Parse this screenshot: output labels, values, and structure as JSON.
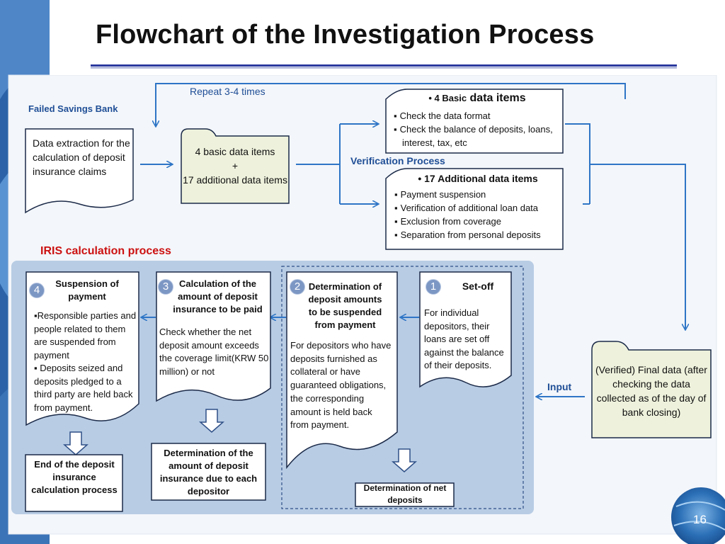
{
  "slide": {
    "title": "Flowchart of the Investigation Process",
    "page_number": "16"
  },
  "top": {
    "repeat_label": "Repeat 3-4 times",
    "bank_label": "Failed Savings Bank",
    "extraction_text": "Data extraction for the calculation of deposit insurance claims",
    "items_box": [
      "4 basic data items",
      "+",
      "17 additional data items"
    ],
    "verification_label": "Verification Process",
    "basic_box": {
      "heading_prefix": "4 Basic",
      "heading_rest": "data items",
      "items": [
        "Check the data format",
        "Check the balance of deposits, loans, interest, tax, etc"
      ]
    },
    "additional_box": {
      "heading": "17 Additional data items",
      "items": [
        "Payment suspension",
        "Verification of additional loan data",
        "Exclusion from coverage",
        "Separation from personal deposits"
      ]
    },
    "final_data_text": "(Verified) Final  data (after checking the data collected as of the day of bank closing)",
    "input_label": "Input"
  },
  "iris": {
    "label": "IRIS calculation process",
    "steps": [
      {
        "number": "1",
        "title": "Set-off",
        "body": "For individual depositors, their loans are set off against the balance of their deposits.",
        "result": "Determination of net deposits"
      },
      {
        "number": "2",
        "title": "Determination of deposit amounts to be suspended from payment",
        "body": "For depositors who have deposits furnished as collateral or have guaranteed obligations, the corresponding amount is held back from payment."
      },
      {
        "number": "3",
        "title": "Calculation of the amount of deposit insurance to be paid",
        "body": "Check whether the net deposit amount exceeds the coverage limit(KRW 50 million) or not",
        "result": "Determination of the amount of deposit insurance due to each depositor"
      },
      {
        "number": "4",
        "title": "Suspension of payment",
        "body_items": [
          "Responsible parties and people related to them are suspended from payment",
          "Deposits seized and deposits pledged to a third party are held back from payment."
        ],
        "result": "End of the deposit insurance calculation process"
      }
    ]
  },
  "colors": {
    "arrow_blue": "#2e75c6",
    "panel_blue": "#b8cce4",
    "doc_yellow": "#eef2dc",
    "title_rule": "#2b3a9e",
    "label_blue": "#1f4e96",
    "label_red": "#cc1111"
  }
}
